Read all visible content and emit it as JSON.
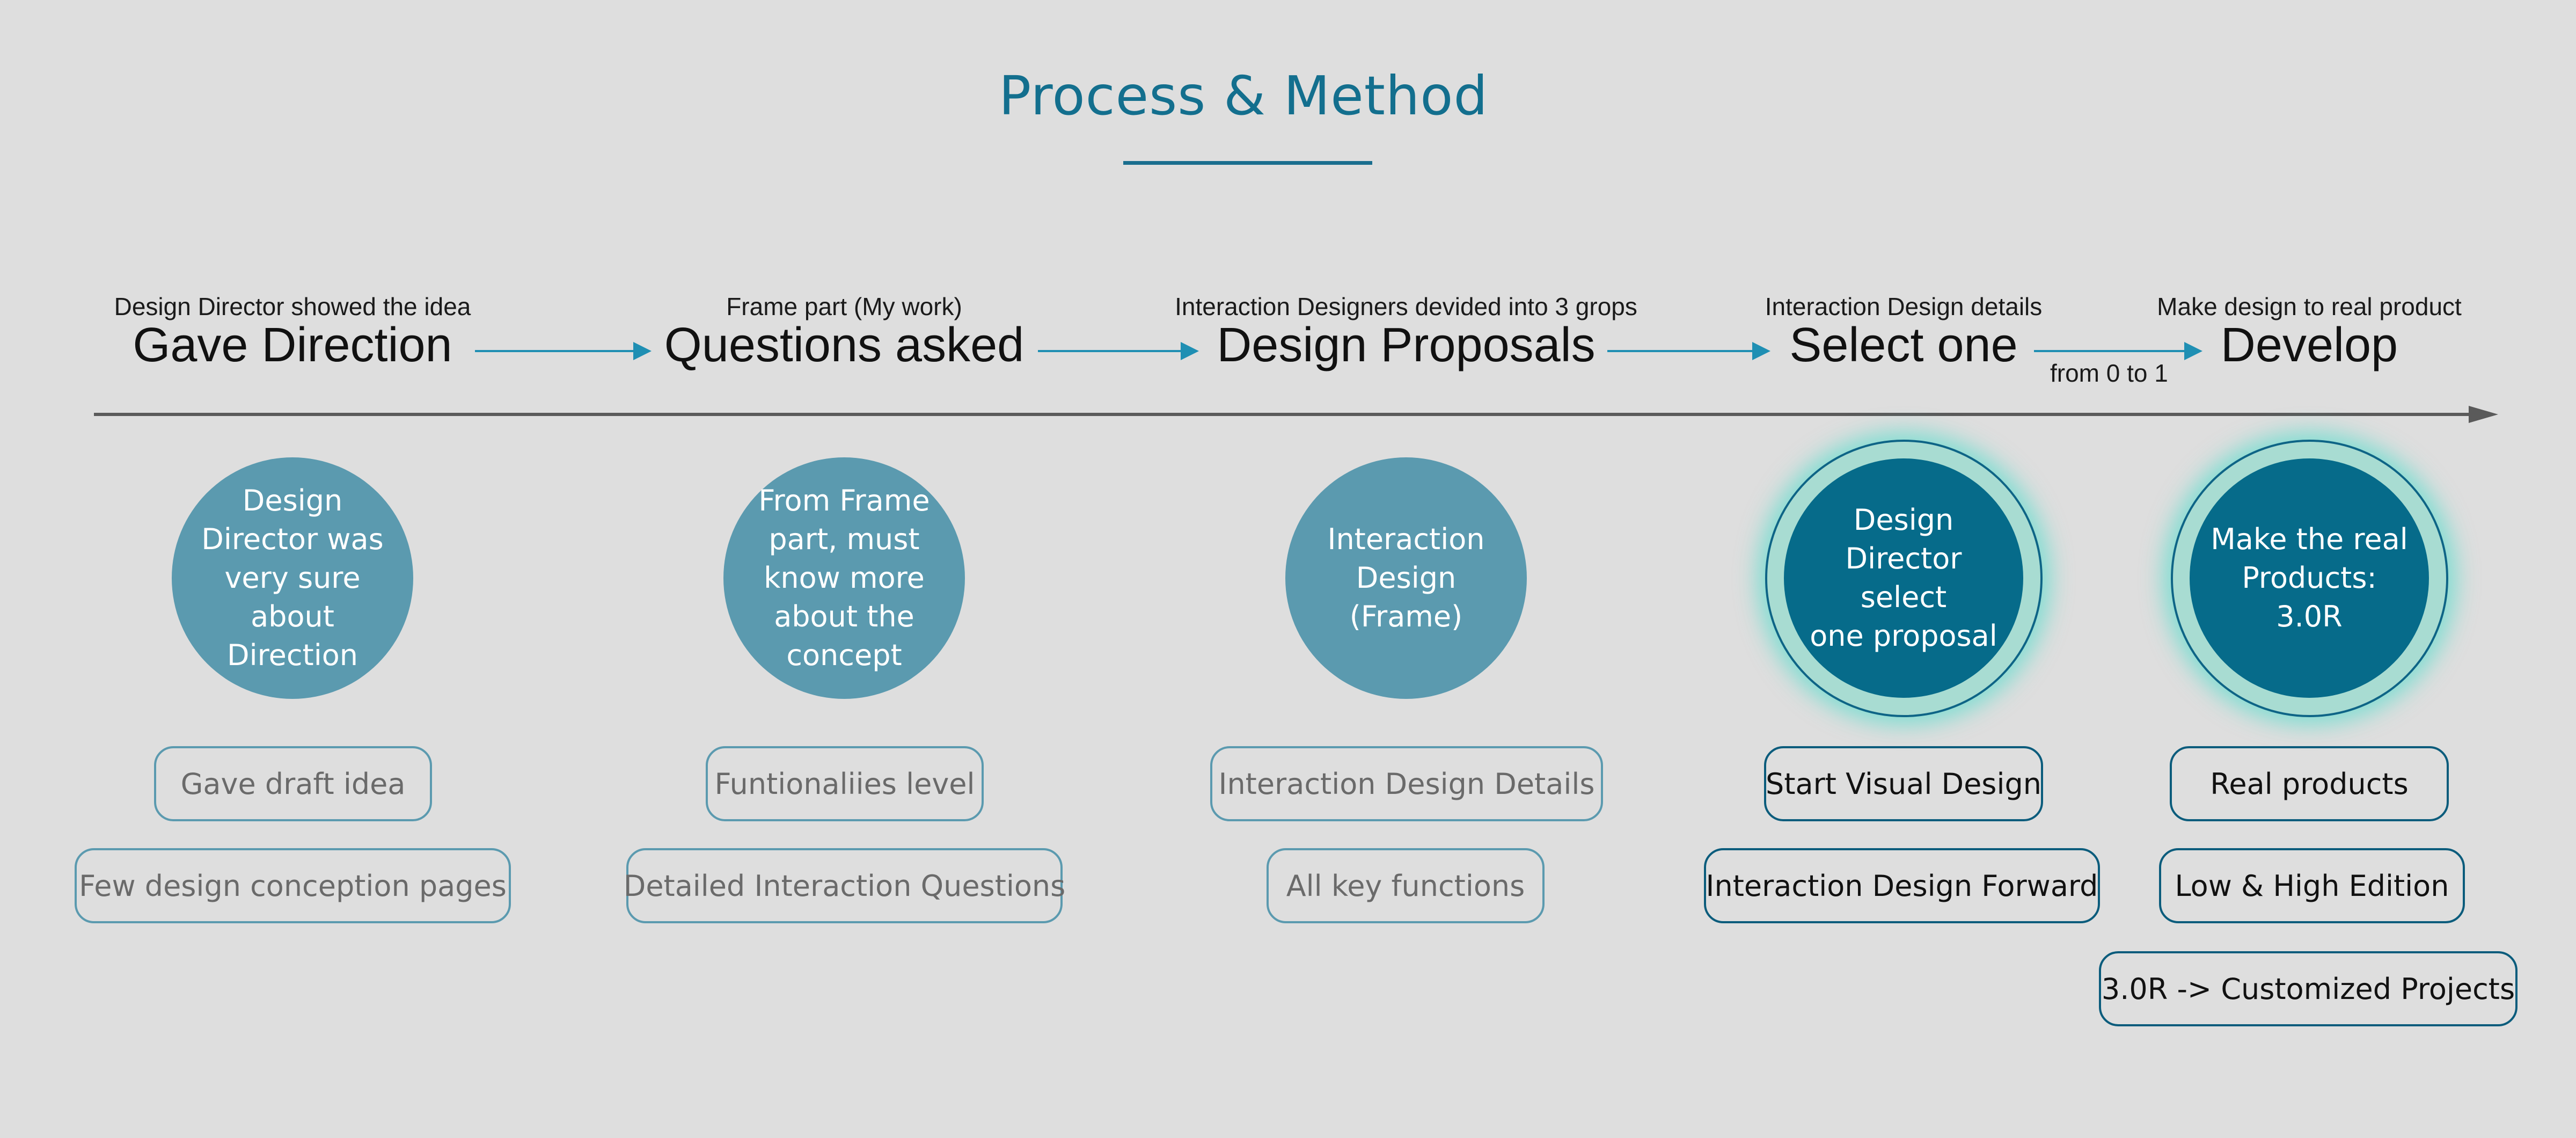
{
  "title": "Process & Method",
  "connector_label": "from 0 to 1",
  "stages": [
    {
      "subtitle": "Design Director showed the idea",
      "name": "Gave Direction",
      "circle_lines": [
        "Design",
        "Director was",
        "very sure",
        "about",
        "Direction"
      ],
      "tags": [
        "Gave draft idea",
        "Few design conception pages"
      ],
      "highlighted": false
    },
    {
      "subtitle": "Frame part (My work)",
      "name": "Questions asked",
      "circle_lines": [
        "From Frame",
        "part, must",
        "know more",
        "about the",
        "concept"
      ],
      "tags": [
        "Funtionaliies level",
        "Detailed Interaction Questions"
      ],
      "highlighted": false
    },
    {
      "subtitle": "Interaction Designers devided into 3 grops",
      "name": "Design Proposals",
      "circle_lines": [
        "Interaction",
        "Design",
        "(Frame)"
      ],
      "tags": [
        "Interaction Design Details",
        "All key functions"
      ],
      "highlighted": false
    },
    {
      "subtitle": "Interaction Design details",
      "name": "Select one",
      "circle_lines": [
        "Design",
        "Director select",
        "one proposal"
      ],
      "tags": [
        "Start Visual Design",
        "Interaction Design Forward"
      ],
      "highlighted": true
    },
    {
      "subtitle": "Make design to real product",
      "name": "Develop",
      "circle_lines": [
        "Make the real",
        "Products:",
        "3.0R"
      ],
      "tags": [
        "Real products",
        "Low & High Edition",
        "3.0R  -> Customized Projects"
      ],
      "highlighted": true
    }
  ],
  "colors": {
    "background": "#dedede",
    "title": "#136f8e",
    "arrow": "#1f8fb3",
    "timeline": "#5a5a5a",
    "circle_light": "#5b9aaf",
    "circle_dark": "#066b8a",
    "glow": "#a8dcd2"
  }
}
